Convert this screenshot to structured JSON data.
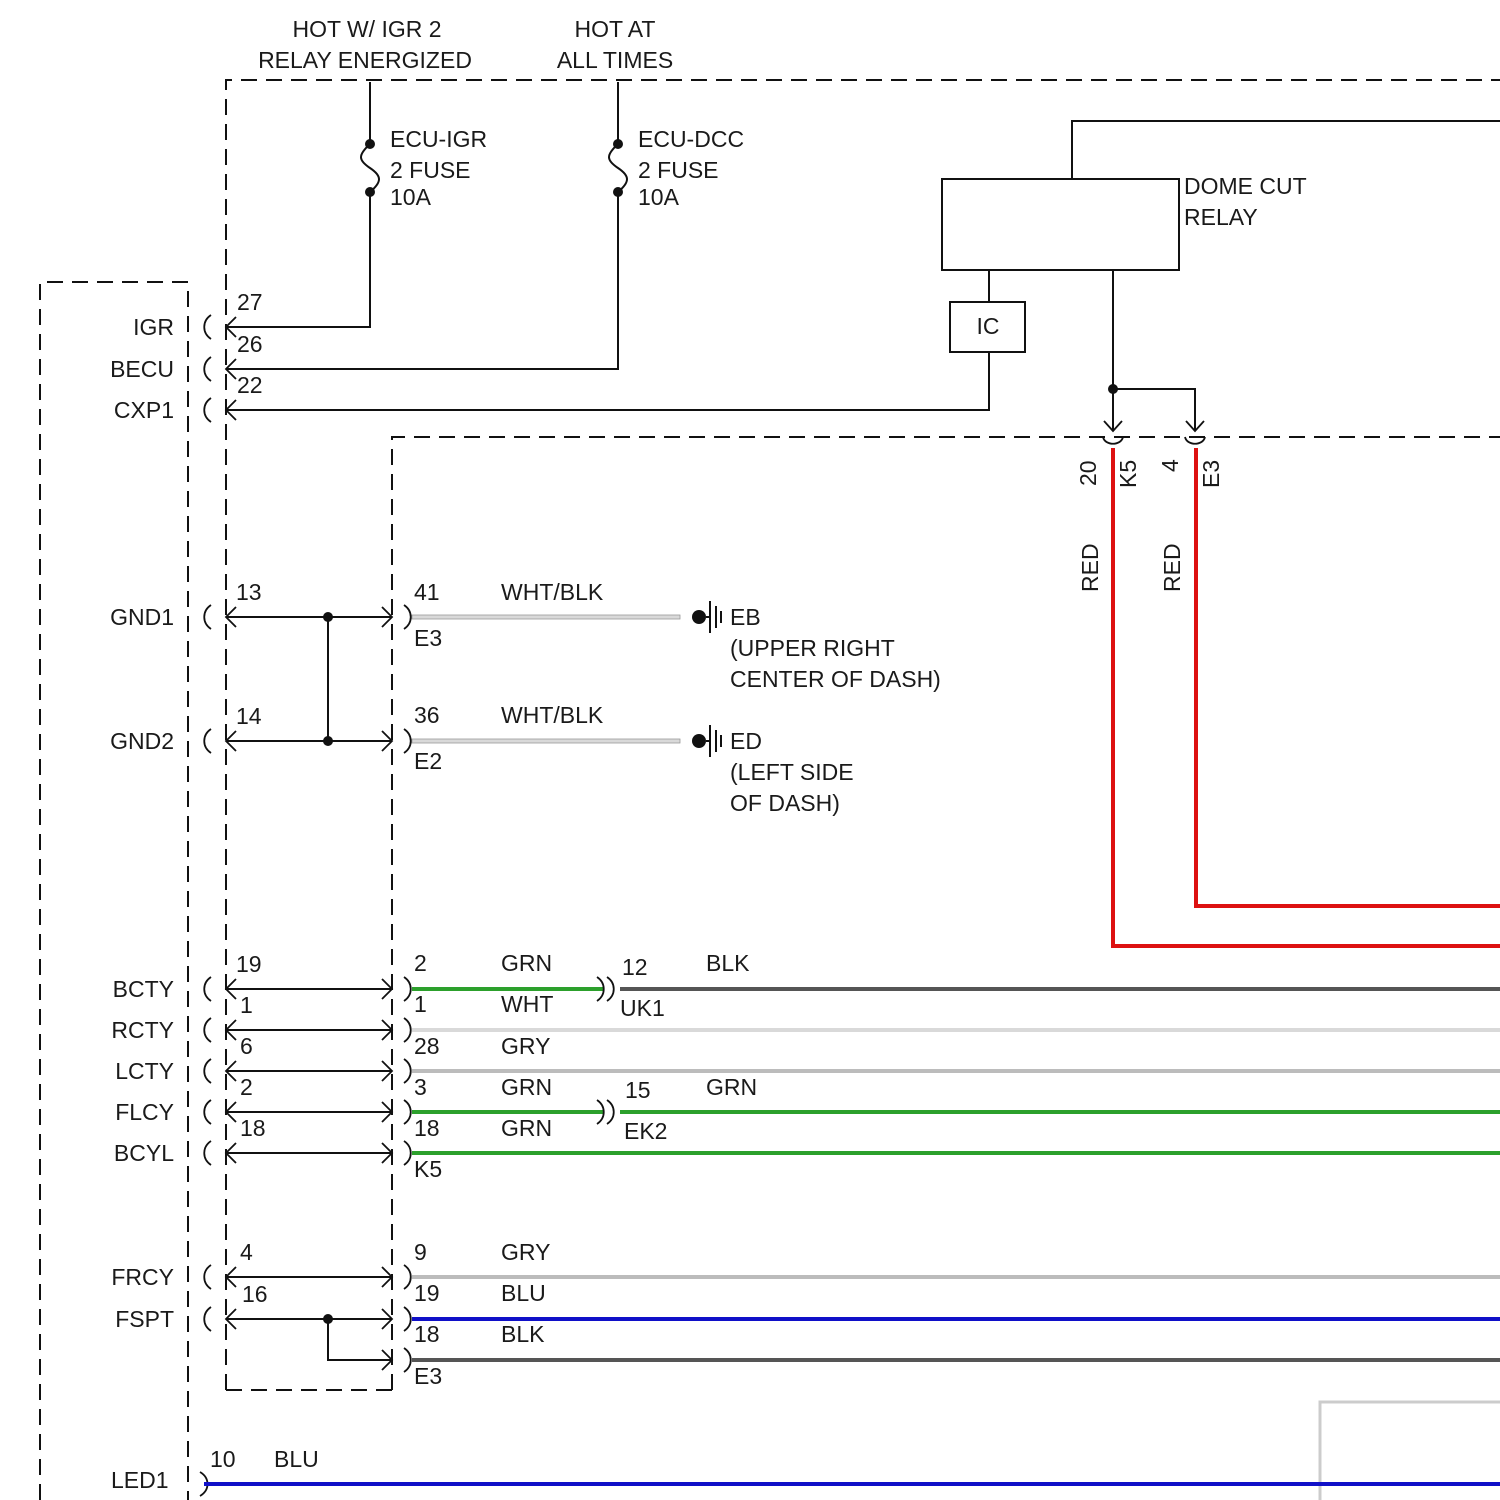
{
  "power": {
    "igr_supply": [
      "HOT W/ IGR 2",
      "RELAY ENERGIZED"
    ],
    "always_supply": [
      "HOT AT",
      "ALL TIMES"
    ]
  },
  "fuses": [
    {
      "lines": [
        "ECU-IGR",
        "2 FUSE",
        "10A"
      ]
    },
    {
      "lines": [
        "ECU-DCC",
        "2 FUSE",
        "10A"
      ]
    }
  ],
  "relay": {
    "lines": [
      "DOME CUT",
      "RELAY"
    ],
    "ic_label": "IC"
  },
  "ecu_pins": [
    {
      "name": "IGR",
      "pin": "27"
    },
    {
      "name": "BECU",
      "pin": "26"
    },
    {
      "name": "CXP1",
      "pin": "22"
    },
    {
      "name": "GND1",
      "pin": "13"
    },
    {
      "name": "GND2",
      "pin": "14"
    },
    {
      "name": "BCTY",
      "pin": "19"
    },
    {
      "name": "RCTY",
      "pin": "1"
    },
    {
      "name": "LCTY",
      "pin": "6"
    },
    {
      "name": "FLCY",
      "pin": "2"
    },
    {
      "name": "BCYL",
      "pin": "18"
    },
    {
      "name": "FRCY",
      "pin": "4"
    },
    {
      "name": "FSPT",
      "pin": "16"
    },
    {
      "name": "LED1",
      "pin": "10"
    }
  ],
  "ground_wires": [
    {
      "pin": "41",
      "connector": "E3",
      "color": "WHT/BLK",
      "ground": "EB",
      "location": [
        "(UPPER RIGHT",
        "CENTER OF DASH)"
      ]
    },
    {
      "pin": "36",
      "connector": "E2",
      "color": "WHT/BLK",
      "ground": "ED",
      "location": [
        "(LEFT SIDE",
        "OF DASH)"
      ]
    }
  ],
  "junction_wires": [
    {
      "pin": "2",
      "color": "GRN",
      "hex": "#2ca02c"
    },
    {
      "pin": "1",
      "color": "WHT",
      "hex": "#d9d9d9"
    },
    {
      "pin": "28",
      "color": "GRY",
      "hex": "#bcbcbc"
    },
    {
      "pin": "3",
      "color": "GRN",
      "hex": "#2ca02c"
    },
    {
      "pin": "18",
      "color": "GRN",
      "hex": "#2ca02c"
    },
    {
      "pin": "9",
      "color": "GRY",
      "hex": "#bcbcbc"
    },
    {
      "pin": "19",
      "color": "BLU",
      "hex": "#1010c8"
    },
    {
      "pin": "18",
      "color": "BLK",
      "hex": "#555555"
    }
  ],
  "junction_connectors": [
    "K5",
    "E3"
  ],
  "splices": [
    {
      "pin": "12",
      "connector": "UK1",
      "color": "BLK",
      "hex": "#555555"
    },
    {
      "pin": "15",
      "connector": "EK2",
      "color": "GRN",
      "hex": "#2ca02c"
    }
  ],
  "relay_outputs": [
    {
      "pin": "20",
      "connector": "K5",
      "color": "RED",
      "hex": "#dd1111"
    },
    {
      "pin": "4",
      "connector": "E3",
      "color": "RED",
      "hex": "#dd1111"
    }
  ],
  "led_wire": {
    "pin": "10",
    "color": "BLU",
    "hex": "#1010c8"
  }
}
